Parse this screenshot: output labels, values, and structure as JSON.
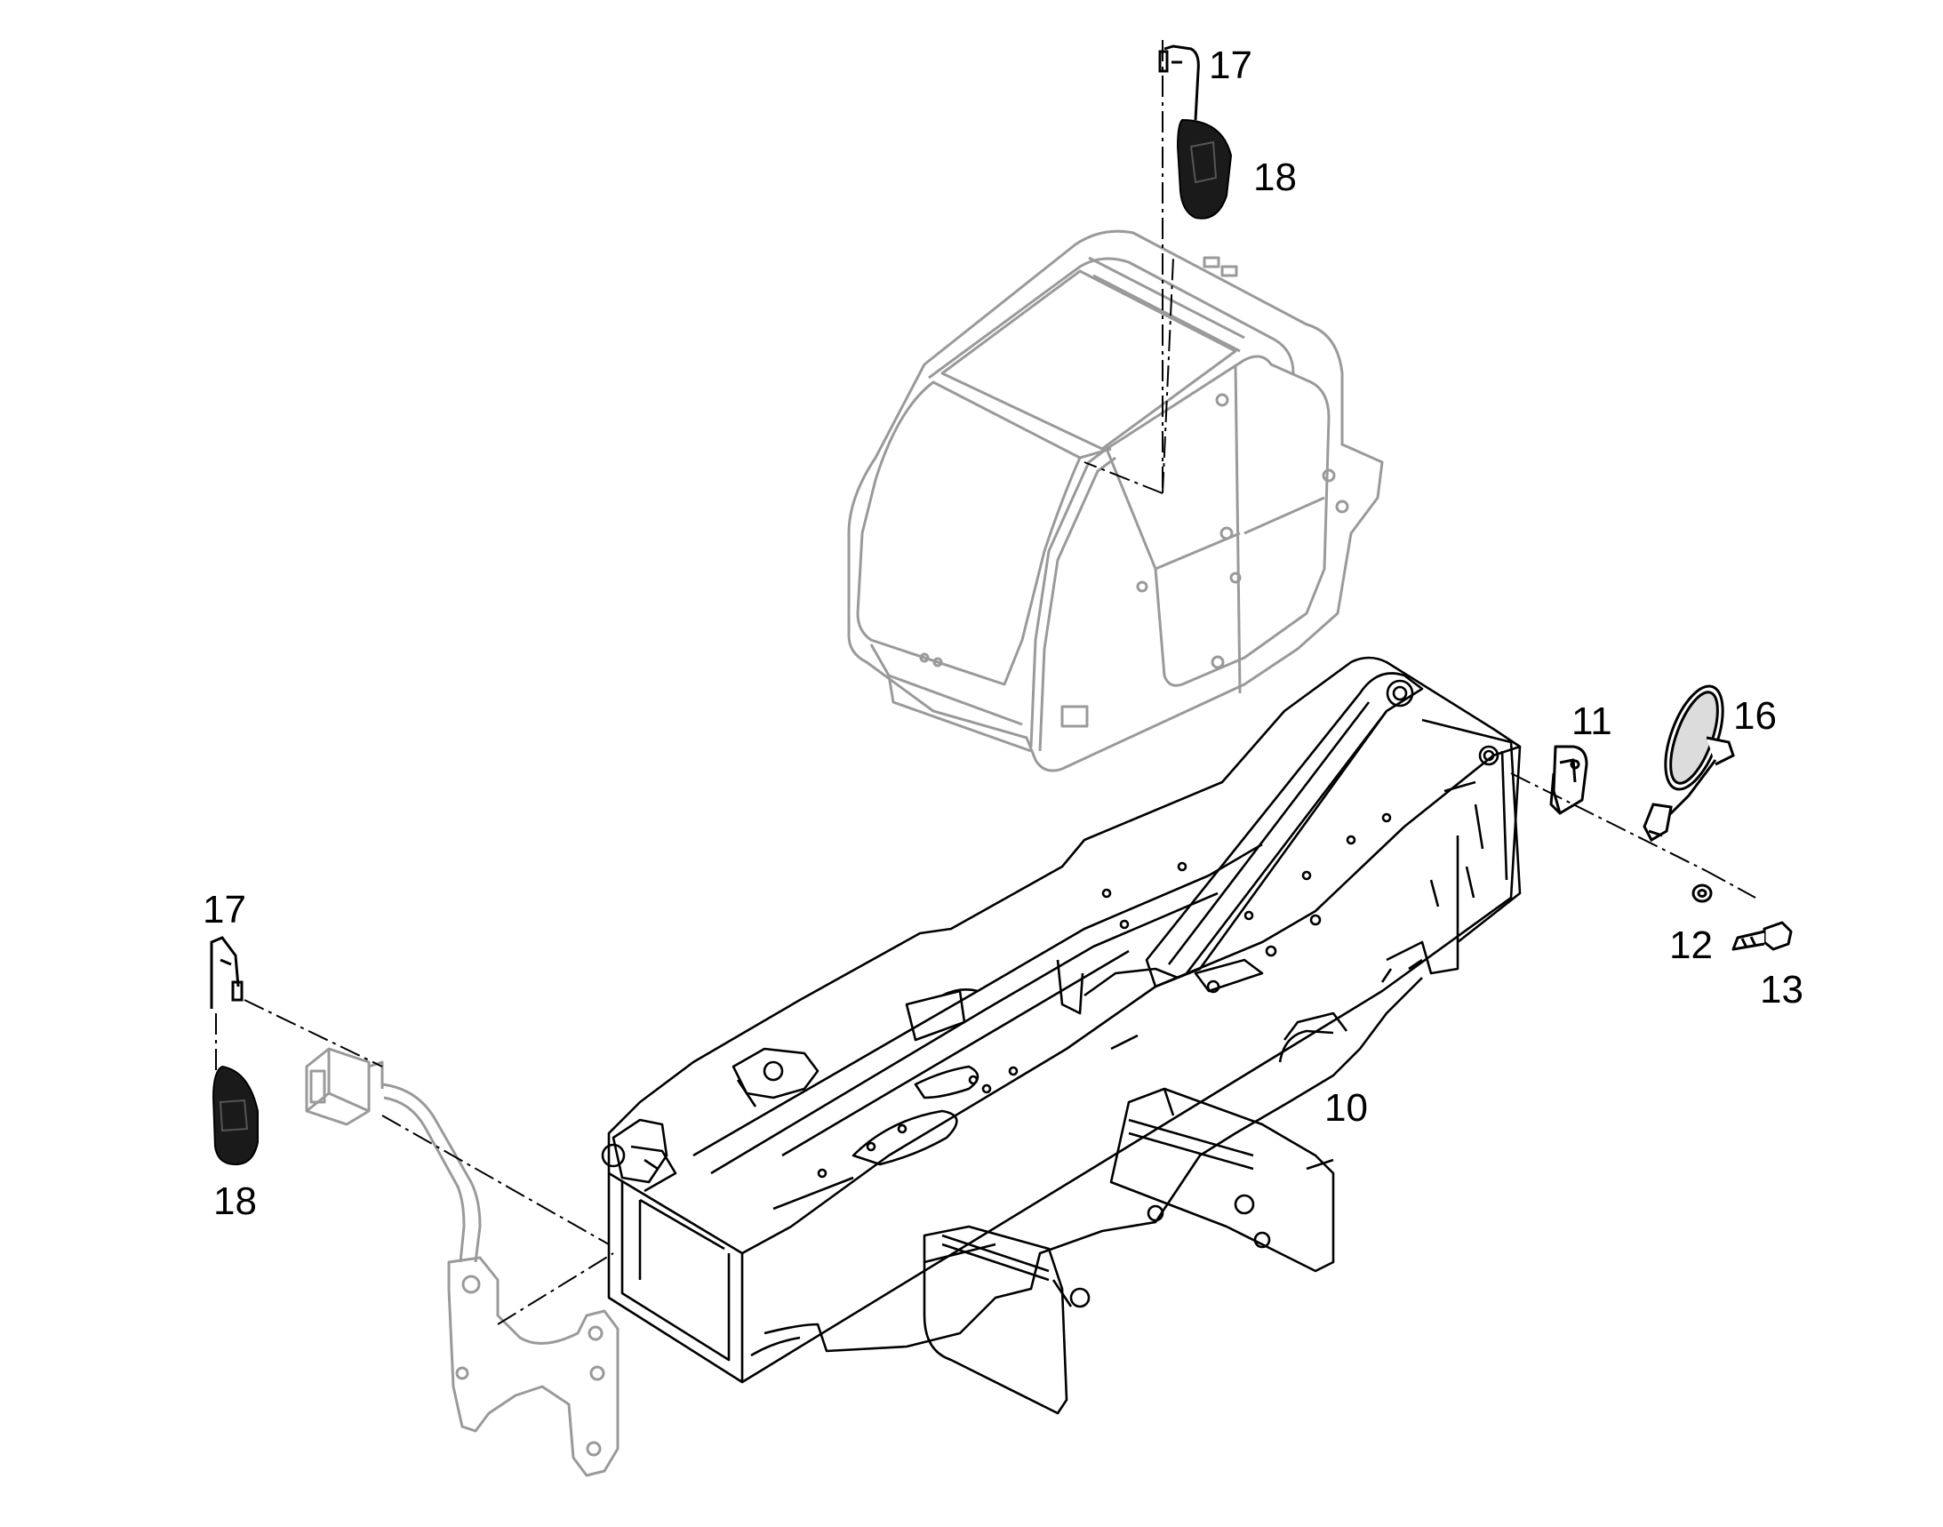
{
  "callouts": {
    "c17_top": "17",
    "c18_top": "18",
    "c11": "11",
    "c16": "16",
    "c12": "12",
    "c13": "13",
    "c10": "10",
    "c17_left": "17",
    "c18_left": "18"
  },
  "parts": {
    "cab": "cab-outline",
    "frame": "chassis-frame",
    "bracket_11": "mirror-bracket",
    "mirror_16": "round-mirror",
    "washer_12": "washer",
    "bolt_13": "bolt",
    "bracket_17": "mirror-arm",
    "mirror_18": "mirror-head",
    "left_mirror_arm": "left-mirror-arm"
  },
  "colors": {
    "line": "#000000",
    "ghost": "#9a9a9a",
    "fill_dark": "#1a1a1a"
  }
}
